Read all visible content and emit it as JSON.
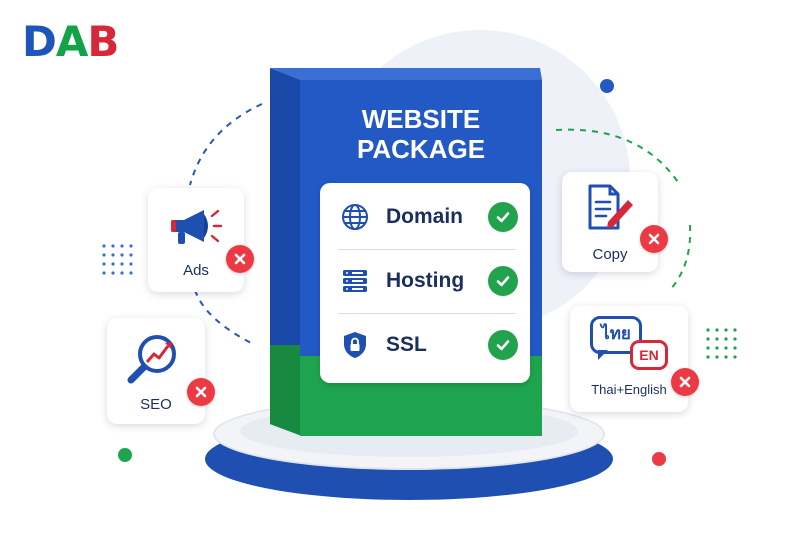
{
  "logo": {
    "letters": [
      "D",
      "A",
      "B"
    ]
  },
  "package": {
    "title_line1": "WEBSITE",
    "title_line2": "PACKAGE",
    "features": [
      {
        "label": "Domain",
        "icon": "globe-icon",
        "included": true
      },
      {
        "label": "Hosting",
        "icon": "server-icon",
        "included": true
      },
      {
        "label": "SSL",
        "icon": "shield-lock-icon",
        "included": true
      }
    ]
  },
  "excluded": [
    {
      "label": "Ads",
      "icon": "megaphone-icon",
      "included": false
    },
    {
      "label": "SEO",
      "icon": "magnifier-chart-icon",
      "included": false
    },
    {
      "label": "Copy",
      "icon": "document-pencil-icon",
      "included": false
    },
    {
      "label": "Thai+English",
      "icon": "language-bubbles-icon",
      "included": false,
      "bubble_thai": "ไทย",
      "bubble_en": "EN"
    }
  ],
  "colors": {
    "brand_blue": "#2359c4",
    "brand_green": "#1ea44e",
    "brand_red": "#d62839",
    "check_green": "#22a24d",
    "cross_red": "#ec3a45"
  }
}
